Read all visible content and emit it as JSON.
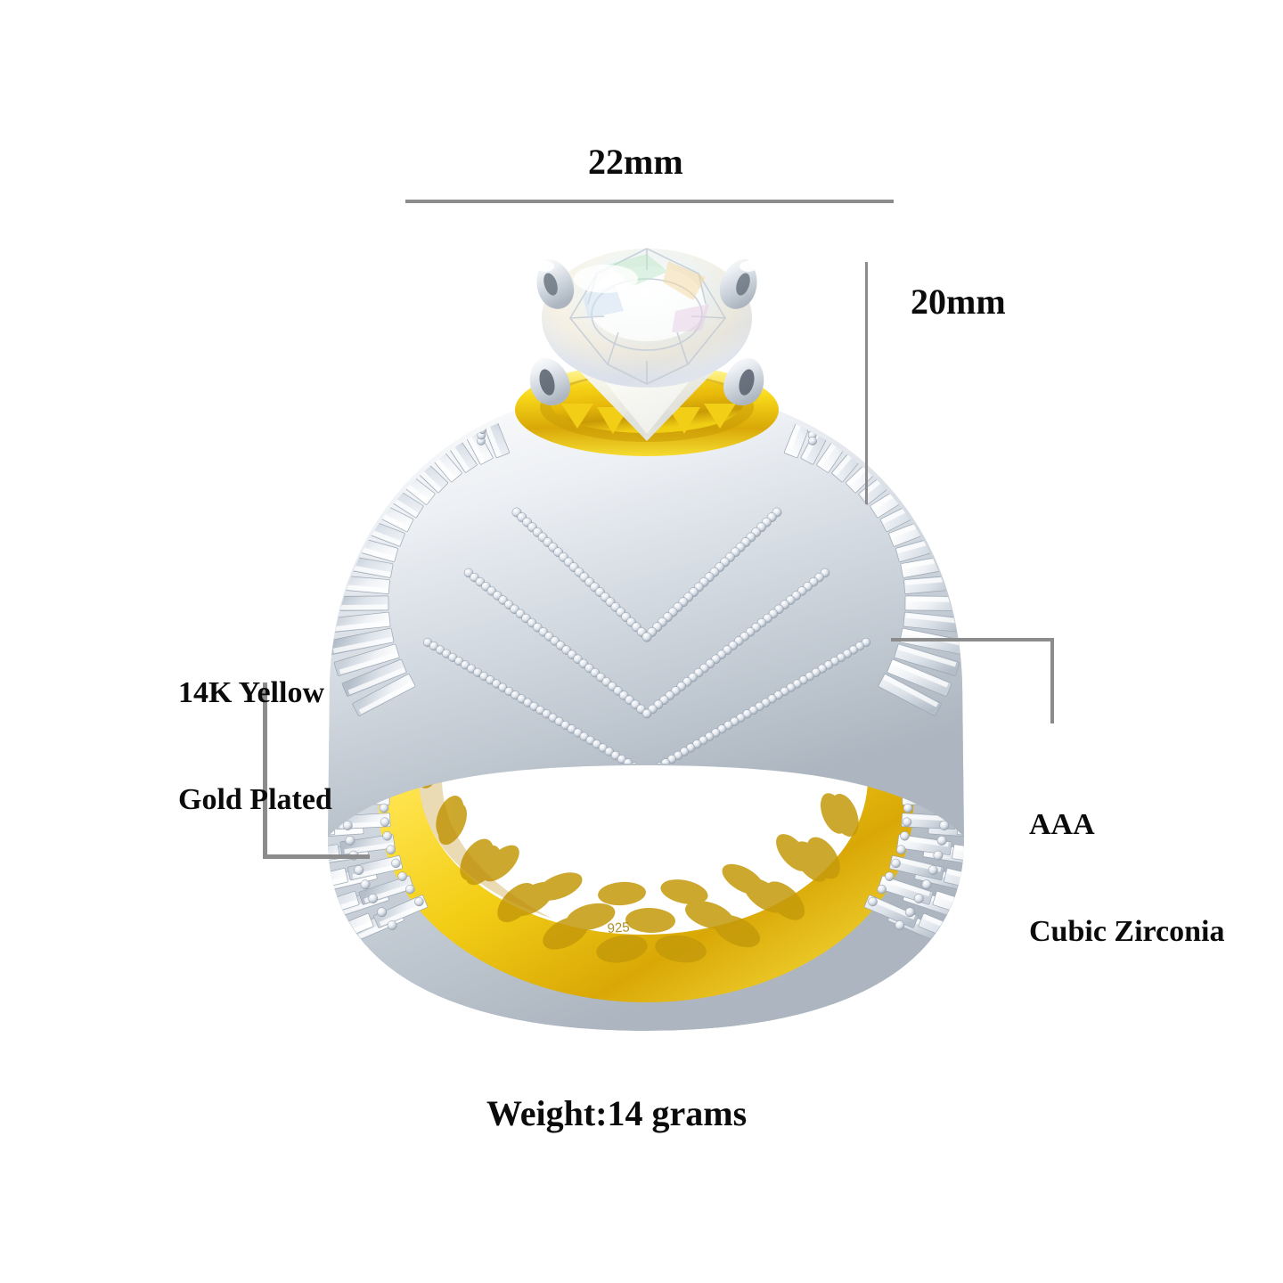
{
  "product": {
    "type": "ring",
    "description": "Men's iced-out cluster ring with round solitaire center stone, baguette cubic zirconia pave shoulders and yellow gold plated interior band"
  },
  "annotations": {
    "width_measure": {
      "label": "22mm",
      "orientation": "horizontal",
      "position": "top"
    },
    "height_measure": {
      "label": "20mm",
      "orientation": "vertical",
      "position": "right"
    },
    "material_left": {
      "line1": "14K Yellow",
      "line2": "Gold Plated",
      "position": "left"
    },
    "material_right": {
      "line1": "AAA",
      "line2": "Cubic Zirconia",
      "position": "right"
    },
    "weight": {
      "label": "Weight:14 grams",
      "position": "bottom"
    }
  },
  "colors": {
    "background": "#ffffff",
    "text": "#0b0b0b",
    "rule": "#8c8c8c",
    "gold": "#F2CE12",
    "gold_light": "#FFE85A",
    "gold_dark": "#B8960B",
    "silver": "#E8EBEF",
    "silver_light": "#FFFFFF",
    "silver_dark": "#A8B0BA",
    "stone": "#F4F6F9"
  },
  "hallmark": "925"
}
